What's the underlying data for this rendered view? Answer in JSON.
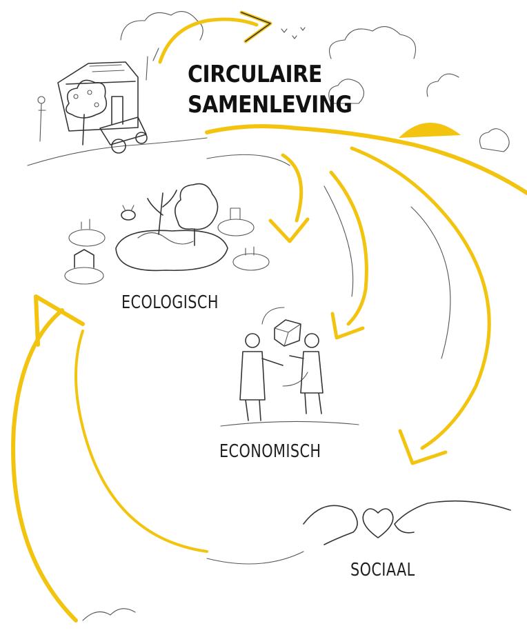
{
  "title": {
    "line1": "CIRCULAIRE",
    "line2": "SAMENLEVING"
  },
  "labels": {
    "ecological": "ECOLOGISCH",
    "economic": "ECONOMISCH",
    "social": "SOCIAAL"
  },
  "colors": {
    "accent": "#F2C40F",
    "ink": "#1f1f1f",
    "background": "#ffffff"
  },
  "icons": [
    "house-icon",
    "tree-icon",
    "cart-icon",
    "sun-icon",
    "bee-icon",
    "plant-icon",
    "box-icon",
    "people-icon",
    "heart-icon",
    "hands-icon",
    "cloud-icon",
    "arrow-icon"
  ]
}
